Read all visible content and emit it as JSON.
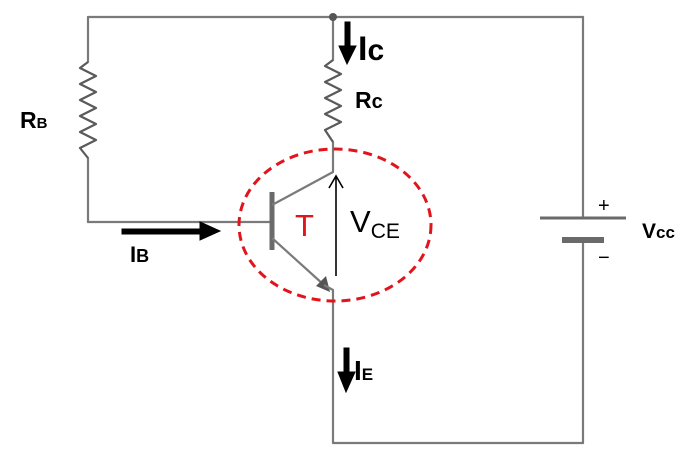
{
  "labels": {
    "rb": {
      "main": "R",
      "sub": "B"
    },
    "rc": {
      "main": "R",
      "sub": "c"
    },
    "ic": {
      "main": "I",
      "sub": "c"
    },
    "ib": {
      "main": "I",
      "sub": "B"
    },
    "ie": {
      "main": "I",
      "sub": "E"
    },
    "vce": {
      "main": "V",
      "sub": "CE"
    },
    "vcc": {
      "main": "V",
      "sub": "cc"
    },
    "transistor": "T",
    "plus": "+",
    "minus": "−"
  },
  "colors": {
    "wire": "#7a7a7a",
    "highlight": "#e1141c",
    "text": "#000000"
  }
}
